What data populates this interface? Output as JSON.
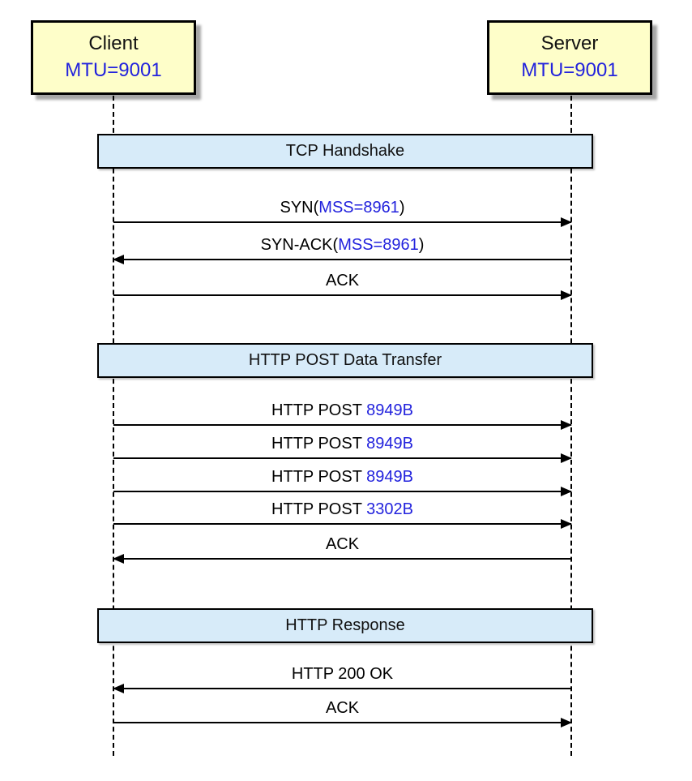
{
  "diagram": {
    "actors": [
      {
        "name": "Client",
        "mtu": "MTU=9001"
      },
      {
        "name": "Server",
        "mtu": "MTU=9001"
      }
    ],
    "sections": [
      {
        "title": "TCP Handshake",
        "messages": [
          {
            "pre": "SYN(",
            "hl": "MSS=8961",
            "post": ")",
            "dir": "right",
            "from": "Client",
            "to": "Server"
          },
          {
            "pre": "SYN-ACK(",
            "hl": "MSS=8961",
            "post": ")",
            "dir": "left",
            "from": "Server",
            "to": "Client"
          },
          {
            "pre": "ACK",
            "hl": "",
            "post": "",
            "dir": "right",
            "from": "Client",
            "to": "Server"
          }
        ]
      },
      {
        "title": "HTTP POST Data Transfer",
        "messages": [
          {
            "pre": "HTTP POST ",
            "hl": "8949B",
            "post": "",
            "dir": "right",
            "from": "Client",
            "to": "Server"
          },
          {
            "pre": "HTTP POST ",
            "hl": "8949B",
            "post": "",
            "dir": "right",
            "from": "Client",
            "to": "Server"
          },
          {
            "pre": "HTTP POST ",
            "hl": "8949B",
            "post": "",
            "dir": "right",
            "from": "Client",
            "to": "Server"
          },
          {
            "pre": "HTTP POST ",
            "hl": "3302B",
            "post": "",
            "dir": "right",
            "from": "Client",
            "to": "Server"
          },
          {
            "pre": "ACK",
            "hl": "",
            "post": "",
            "dir": "left",
            "from": "Server",
            "to": "Client"
          }
        ]
      },
      {
        "title": "HTTP Response",
        "messages": [
          {
            "pre": "HTTP 200 OK",
            "hl": "",
            "post": "",
            "dir": "left",
            "from": "Server",
            "to": "Client"
          },
          {
            "pre": "ACK",
            "hl": "",
            "post": "",
            "dir": "right",
            "from": "Client",
            "to": "Server"
          }
        ]
      }
    ],
    "colors": {
      "actor_fill": "#FEFEC9",
      "section_fill": "#D7EBF9",
      "highlight_blue": "#2222DD",
      "line_black": "#000000",
      "background": "#FFFFFF"
    }
  }
}
